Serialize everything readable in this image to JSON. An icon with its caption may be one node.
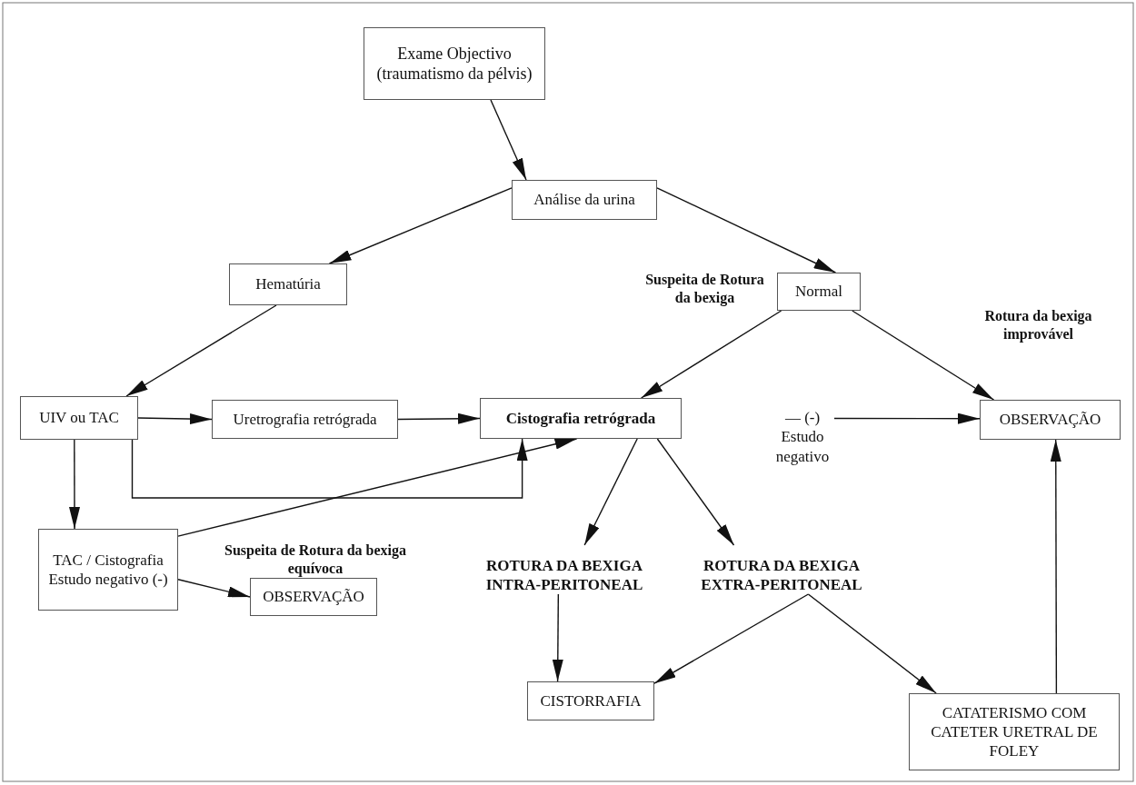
{
  "diagram": {
    "nodes": [
      {
        "text": [
          "Exame Objectivo (traumatismo da pélvis)"
        ]
      },
      {
        "text": [
          "Análise da urina"
        ]
      },
      {
        "text": [
          "Hematúria"
        ]
      },
      {
        "text": [
          "Normal"
        ]
      },
      {
        "text": [
          "UIV ou TAC"
        ]
      },
      {
        "text": [
          "Uretrografia retrógrada"
        ]
      },
      {
        "text": [
          "Cistografia retrógrada"
        ]
      },
      {
        "text": [
          "OBSERVAÇÃO"
        ]
      },
      {
        "text": [
          "TAC / Cistografia Estudo negativo (-)"
        ]
      },
      {
        "text": [
          "OBSERVAÇÃO"
        ]
      },
      {
        "text": [
          "ROTURA DA BEXIGA INTRA-PERITONEAL"
        ]
      },
      {
        "text": [
          "ROTURA DA BEXIGA EXTRA-PERITONEAL"
        ]
      },
      {
        "text": [
          "CISTORRAFIA"
        ]
      },
      {
        "text": [
          "CATATERISMO COM CATETER URETRAL DE FOLEY"
        ]
      },
      {
        "text": [
          "— (-)",
          "Estudo negativo"
        ]
      }
    ],
    "edges": [
      {
        "from": 0,
        "to": 1,
        "arrow": "to"
      },
      {
        "from": 1,
        "to": 2,
        "arrow": "to"
      },
      {
        "from": 1,
        "to": 3,
        "arrow": "to"
      },
      {
        "from": 2,
        "to": 4,
        "arrow": "to"
      },
      {
        "from": 3,
        "to": 6,
        "arrow": "to",
        "label": "Suspeita de Rotura da bexiga"
      },
      {
        "from": 3,
        "to": 7,
        "arrow": "to",
        "label": "Rotura da bexiga improvável"
      },
      {
        "from": 4,
        "to": 5,
        "arrow": "to"
      },
      {
        "from": 5,
        "to": 6,
        "arrow": "to"
      },
      {
        "from": 4,
        "to": 6,
        "arrow": "to"
      },
      {
        "from": 4,
        "to": 8,
        "arrow": "to"
      },
      {
        "from": 8,
        "to": 6,
        "arrow": "to",
        "label": "Suspeita de Rotura da bexiga equívoca"
      },
      {
        "from": 8,
        "to": 9,
        "arrow": "to"
      },
      {
        "from": 14,
        "to": 7,
        "arrow": "to"
      },
      {
        "from": 6,
        "to": 10,
        "arrow": "to"
      },
      {
        "from": 6,
        "to": 11,
        "arrow": "to"
      },
      {
        "from": 10,
        "to": 12,
        "arrow": "to"
      },
      {
        "from": 11,
        "to": 12,
        "arrow": "to"
      },
      {
        "from": 11,
        "to": 13,
        "arrow": "to"
      },
      {
        "from": 13,
        "to": 7,
        "arrow": "to"
      }
    ]
  }
}
